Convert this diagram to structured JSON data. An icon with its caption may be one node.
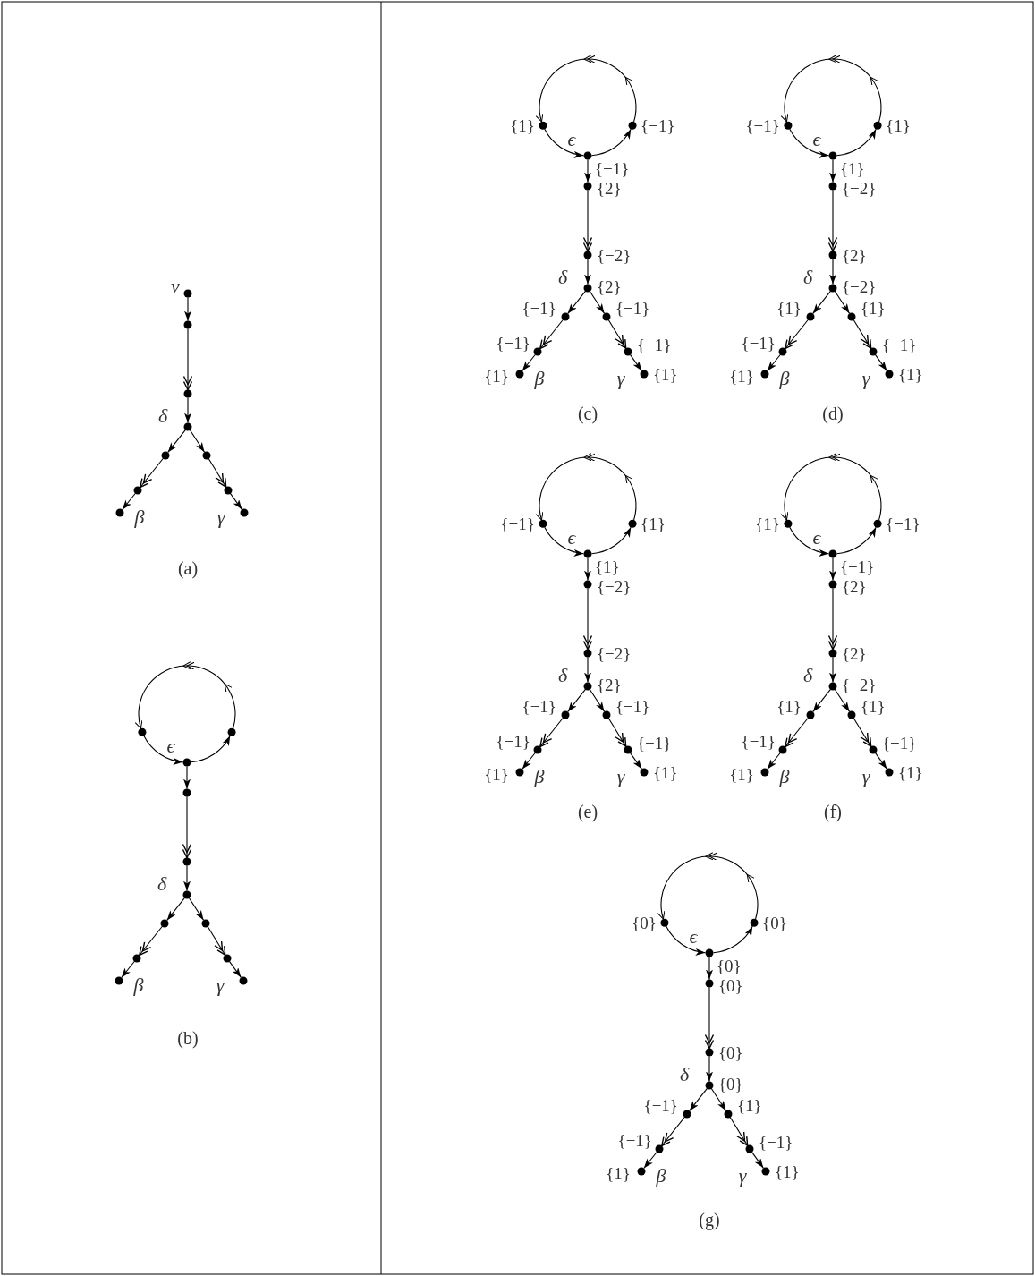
{
  "diagram": {
    "nodes": [
      {
        "text": [],
        "shape": "circle",
        "beside": [
          "v"
        ]
      },
      {
        "text": [],
        "shape": "circle"
      },
      {
        "text": [],
        "shape": "circle"
      },
      {
        "text": [],
        "shape": "circle",
        "beside": [
          "δ"
        ]
      },
      {
        "text": [],
        "shape": "circle"
      },
      {
        "text": [],
        "shape": "circle"
      },
      {
        "text": [],
        "shape": "circle",
        "beside": [
          "β"
        ]
      },
      {
        "text": [],
        "shape": "circle"
      },
      {
        "text": [],
        "shape": "circle"
      },
      {
        "text": [],
        "shape": "circle",
        "beside": [
          "γ"
        ]
      },
      {
        "text": [],
        "shape": "circle"
      },
      {
        "text": [],
        "shape": "circle"
      },
      {
        "text": [],
        "shape": "circle",
        "beside": [
          "ϵ"
        ]
      },
      {
        "text": [],
        "shape": "circle"
      },
      {
        "text": [],
        "shape": "circle"
      },
      {
        "text": [],
        "shape": "circle",
        "beside": [
          "δ"
        ]
      },
      {
        "text": [],
        "shape": "circle"
      },
      {
        "text": [],
        "shape": "circle"
      },
      {
        "text": [],
        "shape": "circle",
        "beside": [
          "β"
        ]
      },
      {
        "text": [],
        "shape": "circle"
      },
      {
        "text": [],
        "shape": "circle"
      },
      {
        "text": [],
        "shape": "circle",
        "beside": [
          "γ"
        ]
      },
      {
        "text": [],
        "shape": "circle",
        "beside": [
          "{1}"
        ]
      },
      {
        "text": [],
        "shape": "circle",
        "beside": [
          "{−1}"
        ]
      },
      {
        "text": [],
        "shape": "circle",
        "beside": [
          "ϵ",
          "{−1}"
        ]
      },
      {
        "text": [],
        "shape": "circle",
        "beside": [
          "{2}"
        ]
      },
      {
        "text": [],
        "shape": "circle",
        "beside": [
          "{−2}"
        ]
      },
      {
        "text": [],
        "shape": "circle",
        "beside": [
          "δ",
          "{2}"
        ]
      },
      {
        "text": [],
        "shape": "circle",
        "beside": [
          "{−1}"
        ]
      },
      {
        "text": [],
        "shape": "circle",
        "beside": [
          "{−1}"
        ]
      },
      {
        "text": [],
        "shape": "circle",
        "beside": [
          "{1}",
          "β"
        ]
      },
      {
        "text": [],
        "shape": "circle",
        "beside": [
          "{−1}"
        ]
      },
      {
        "text": [],
        "shape": "circle",
        "beside": [
          "{−1}"
        ]
      },
      {
        "text": [],
        "shape": "circle",
        "beside": [
          "γ",
          "{1}"
        ]
      },
      {
        "text": [],
        "shape": "circle",
        "beside": [
          "{−1}"
        ]
      },
      {
        "text": [],
        "shape": "circle",
        "beside": [
          "{1}"
        ]
      },
      {
        "text": [],
        "shape": "circle",
        "beside": [
          "ϵ",
          "{1}"
        ]
      },
      {
        "text": [],
        "shape": "circle",
        "beside": [
          "{−2}"
        ]
      },
      {
        "text": [],
        "shape": "circle",
        "beside": [
          "{2}"
        ]
      },
      {
        "text": [],
        "shape": "circle",
        "beside": [
          "δ",
          "{−2}"
        ]
      },
      {
        "text": [],
        "shape": "circle",
        "beside": [
          "{1}"
        ]
      },
      {
        "text": [],
        "shape": "circle",
        "beside": [
          "{−1}"
        ]
      },
      {
        "text": [],
        "shape": "circle",
        "beside": [
          "{1}",
          "β"
        ]
      },
      {
        "text": [],
        "shape": "circle",
        "beside": [
          "{1}"
        ]
      },
      {
        "text": [],
        "shape": "circle",
        "beside": [
          "{−1}"
        ]
      },
      {
        "text": [],
        "shape": "circle",
        "beside": [
          "γ",
          "{1}"
        ]
      },
      {
        "text": [],
        "shape": "circle",
        "beside": [
          "{−1}"
        ]
      },
      {
        "text": [],
        "shape": "circle",
        "beside": [
          "{1}"
        ]
      },
      {
        "text": [],
        "shape": "circle",
        "beside": [
          "ϵ",
          "{1}"
        ]
      },
      {
        "text": [],
        "shape": "circle",
        "beside": [
          "{−2}"
        ]
      },
      {
        "text": [],
        "shape": "circle",
        "beside": [
          "{−2}"
        ]
      },
      {
        "text": [],
        "shape": "circle",
        "beside": [
          "δ",
          "{2}"
        ]
      },
      {
        "text": [],
        "shape": "circle",
        "beside": [
          "{−1}"
        ]
      },
      {
        "text": [],
        "shape": "circle",
        "beside": [
          "{−1}"
        ]
      },
      {
        "text": [],
        "shape": "circle",
        "beside": [
          "{1}",
          "β"
        ]
      },
      {
        "text": [],
        "shape": "circle",
        "beside": [
          "{−1}"
        ]
      },
      {
        "text": [],
        "shape": "circle",
        "beside": [
          "{−1}"
        ]
      },
      {
        "text": [],
        "shape": "circle",
        "beside": [
          "γ",
          "{1}"
        ]
      },
      {
        "text": [],
        "shape": "circle",
        "beside": [
          "{1}"
        ]
      },
      {
        "text": [],
        "shape": "circle",
        "beside": [
          "{−1}"
        ]
      },
      {
        "text": [],
        "shape": "circle",
        "beside": [
          "ϵ",
          "{−1}"
        ]
      },
      {
        "text": [],
        "shape": "circle",
        "beside": [
          "{2}"
        ]
      },
      {
        "text": [],
        "shape": "circle",
        "beside": [
          "{2}"
        ]
      },
      {
        "text": [],
        "shape": "circle",
        "beside": [
          "δ",
          "{−2}"
        ]
      },
      {
        "text": [],
        "shape": "circle",
        "beside": [
          "{1}"
        ]
      },
      {
        "text": [],
        "shape": "circle",
        "beside": [
          "{−1}"
        ]
      },
      {
        "text": [],
        "shape": "circle",
        "beside": [
          "{1}",
          "β"
        ]
      },
      {
        "text": [],
        "shape": "circle",
        "beside": [
          "{1}"
        ]
      },
      {
        "text": [],
        "shape": "circle",
        "beside": [
          "{−1}"
        ]
      },
      {
        "text": [],
        "shape": "circle",
        "beside": [
          "γ",
          "{1}"
        ]
      },
      {
        "text": [],
        "shape": "circle",
        "beside": [
          "{0}"
        ]
      },
      {
        "text": [],
        "shape": "circle",
        "beside": [
          "{0}"
        ]
      },
      {
        "text": [],
        "shape": "circle",
        "beside": [
          "ϵ",
          "{0}"
        ]
      },
      {
        "text": [],
        "shape": "circle",
        "beside": [
          "{0}"
        ]
      },
      {
        "text": [],
        "shape": "circle",
        "beside": [
          "{0}"
        ]
      },
      {
        "text": [],
        "shape": "circle",
        "beside": [
          "δ",
          "{0}"
        ]
      },
      {
        "text": [],
        "shape": "circle",
        "beside": [
          "{−1}"
        ]
      },
      {
        "text": [],
        "shape": "circle",
        "beside": [
          "{−1}"
        ]
      },
      {
        "text": [],
        "shape": "circle",
        "beside": [
          "{1}",
          "β"
        ]
      },
      {
        "text": [],
        "shape": "circle",
        "beside": [
          "{1}"
        ]
      },
      {
        "text": [],
        "shape": "circle",
        "beside": [
          "{−1}"
        ]
      },
      {
        "text": [],
        "shape": "circle",
        "beside": [
          "γ",
          "{1}"
        ]
      }
    ],
    "edges": [
      {
        "from": 0,
        "to": 1,
        "arrow": "to"
      },
      {
        "from": 1,
        "to": 2,
        "arrow": "to"
      },
      {
        "from": 2,
        "to": 3,
        "arrow": "to"
      },
      {
        "from": 3,
        "to": 4,
        "arrow": "to"
      },
      {
        "from": 4,
        "to": 5,
        "arrow": "to"
      },
      {
        "from": 5,
        "to": 6,
        "arrow": "to"
      },
      {
        "from": 3,
        "to": 7,
        "arrow": "to"
      },
      {
        "from": 7,
        "to": 8,
        "arrow": "to"
      },
      {
        "from": 8,
        "to": 9,
        "arrow": "to"
      },
      {
        "from": 10,
        "to": 12,
        "arrow": "to"
      },
      {
        "from": 12,
        "to": 11,
        "arrow": "to"
      },
      {
        "from": 11,
        "to": 10,
        "arrow": "to"
      },
      {
        "from": 12,
        "to": 13,
        "arrow": "to"
      },
      {
        "from": 13,
        "to": 14,
        "arrow": "to"
      },
      {
        "from": 14,
        "to": 15,
        "arrow": "to"
      },
      {
        "from": 15,
        "to": 16,
        "arrow": "to"
      },
      {
        "from": 16,
        "to": 17,
        "arrow": "to"
      },
      {
        "from": 17,
        "to": 18,
        "arrow": "to"
      },
      {
        "from": 15,
        "to": 19,
        "arrow": "to"
      },
      {
        "from": 19,
        "to": 20,
        "arrow": "to"
      },
      {
        "from": 20,
        "to": 21,
        "arrow": "to"
      },
      {
        "from": 22,
        "to": 24,
        "arrow": "to"
      },
      {
        "from": 24,
        "to": 23,
        "arrow": "to"
      },
      {
        "from": 23,
        "to": 22,
        "arrow": "to"
      },
      {
        "from": 24,
        "to": 25,
        "arrow": "to"
      },
      {
        "from": 25,
        "to": 26,
        "arrow": "to"
      },
      {
        "from": 26,
        "to": 27,
        "arrow": "to"
      },
      {
        "from": 27,
        "to": 28,
        "arrow": "to"
      },
      {
        "from": 28,
        "to": 29,
        "arrow": "to"
      },
      {
        "from": 29,
        "to": 30,
        "arrow": "to"
      },
      {
        "from": 27,
        "to": 31,
        "arrow": "to"
      },
      {
        "from": 31,
        "to": 32,
        "arrow": "to"
      },
      {
        "from": 32,
        "to": 33,
        "arrow": "to"
      },
      {
        "from": 34,
        "to": 36,
        "arrow": "to"
      },
      {
        "from": 36,
        "to": 35,
        "arrow": "to"
      },
      {
        "from": 35,
        "to": 34,
        "arrow": "to"
      },
      {
        "from": 36,
        "to": 37,
        "arrow": "to"
      },
      {
        "from": 37,
        "to": 38,
        "arrow": "to"
      },
      {
        "from": 38,
        "to": 39,
        "arrow": "to"
      },
      {
        "from": 39,
        "to": 40,
        "arrow": "to"
      },
      {
        "from": 40,
        "to": 41,
        "arrow": "to"
      },
      {
        "from": 41,
        "to": 42,
        "arrow": "to"
      },
      {
        "from": 39,
        "to": 43,
        "arrow": "to"
      },
      {
        "from": 43,
        "to": 44,
        "arrow": "to"
      },
      {
        "from": 44,
        "to": 45,
        "arrow": "to"
      },
      {
        "from": 46,
        "to": 48,
        "arrow": "to"
      },
      {
        "from": 48,
        "to": 47,
        "arrow": "to"
      },
      {
        "from": 47,
        "to": 46,
        "arrow": "to"
      },
      {
        "from": 48,
        "to": 49,
        "arrow": "to"
      },
      {
        "from": 49,
        "to": 50,
        "arrow": "to"
      },
      {
        "from": 50,
        "to": 51,
        "arrow": "to"
      },
      {
        "from": 51,
        "to": 52,
        "arrow": "to"
      },
      {
        "from": 52,
        "to": 53,
        "arrow": "to"
      },
      {
        "from": 53,
        "to": 54,
        "arrow": "to"
      },
      {
        "from": 51,
        "to": 55,
        "arrow": "to"
      },
      {
        "from": 55,
        "to": 56,
        "arrow": "to"
      },
      {
        "from": 56,
        "to": 57,
        "arrow": "to"
      },
      {
        "from": 58,
        "to": 60,
        "arrow": "to"
      },
      {
        "from": 60,
        "to": 59,
        "arrow": "to"
      },
      {
        "from": 59,
        "to": 58,
        "arrow": "to"
      },
      {
        "from": 60,
        "to": 61,
        "arrow": "to"
      },
      {
        "from": 61,
        "to": 62,
        "arrow": "to"
      },
      {
        "from": 62,
        "to": 63,
        "arrow": "to"
      },
      {
        "from": 63,
        "to": 64,
        "arrow": "to"
      },
      {
        "from": 64,
        "to": 65,
        "arrow": "to"
      },
      {
        "from": 65,
        "to": 66,
        "arrow": "to"
      },
      {
        "from": 63,
        "to": 67,
        "arrow": "to"
      },
      {
        "from": 67,
        "to": 68,
        "arrow": "to"
      },
      {
        "from": 68,
        "to": 69,
        "arrow": "to"
      },
      {
        "from": 70,
        "to": 72,
        "arrow": "to"
      },
      {
        "from": 72,
        "to": 71,
        "arrow": "to"
      },
      {
        "from": 71,
        "to": 70,
        "arrow": "to"
      },
      {
        "from": 72,
        "to": 73,
        "arrow": "to"
      },
      {
        "from": 73,
        "to": 74,
        "arrow": "to"
      },
      {
        "from": 74,
        "to": 75,
        "arrow": "to"
      },
      {
        "from": 75,
        "to": 76,
        "arrow": "to"
      },
      {
        "from": 76,
        "to": 77,
        "arrow": "to"
      },
      {
        "from": 77,
        "to": 78,
        "arrow": "to"
      },
      {
        "from": 75,
        "to": 79,
        "arrow": "to"
      },
      {
        "from": 79,
        "to": 80,
        "arrow": "to"
      },
      {
        "from": 80,
        "to": 81,
        "arrow": "to"
      }
    ],
    "labels": [
      "(a)",
      "(b)",
      "(c)",
      "(d)",
      "(e)",
      "(f)",
      "(g)"
    ]
  }
}
